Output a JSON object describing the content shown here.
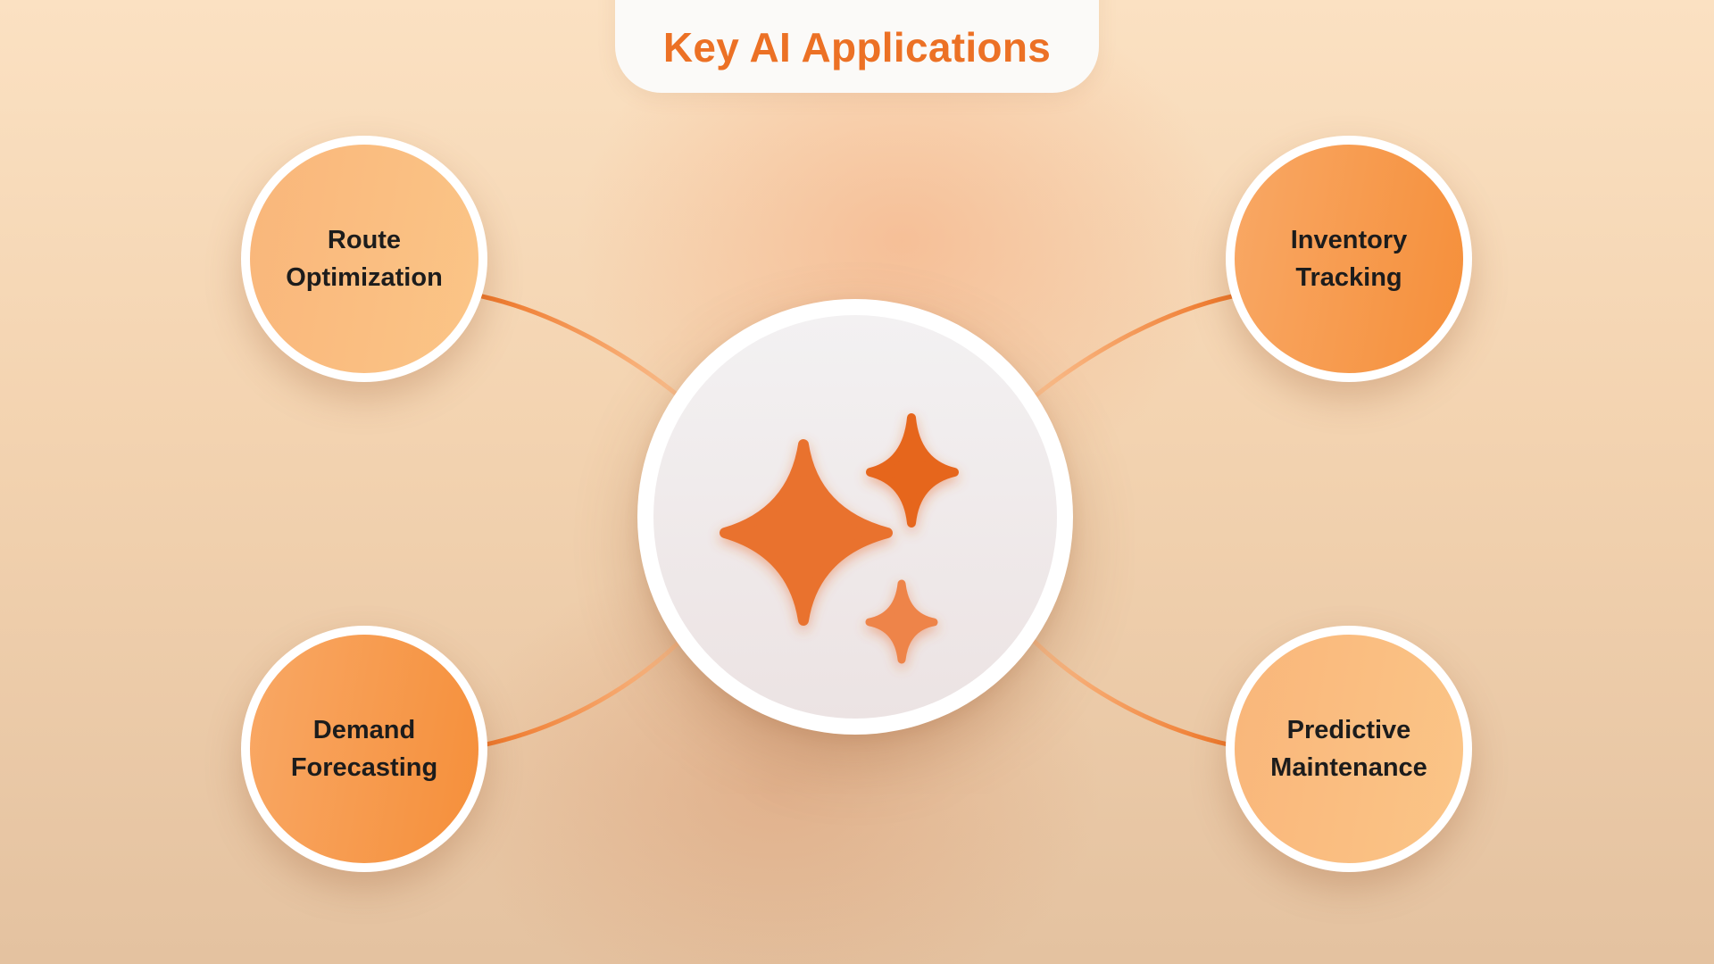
{
  "header": {
    "title": "Key AI Applications"
  },
  "hub": {
    "icon": "sparkles-icon"
  },
  "nodes": [
    {
      "id": "route-optimization",
      "label": "Route Optimization"
    },
    {
      "id": "inventory-tracking",
      "label": "Inventory Tracking"
    },
    {
      "id": "demand-forecasting",
      "label": "Demand Forecasting"
    },
    {
      "id": "predictive-maintenance",
      "label": "Predictive Maintenance"
    }
  ],
  "colors": {
    "accent": "#ec7125",
    "node_light": "#fbc587",
    "node_dark": "#f58f3a",
    "connector": "#f07a2a",
    "sparkle": "#e8692a"
  }
}
